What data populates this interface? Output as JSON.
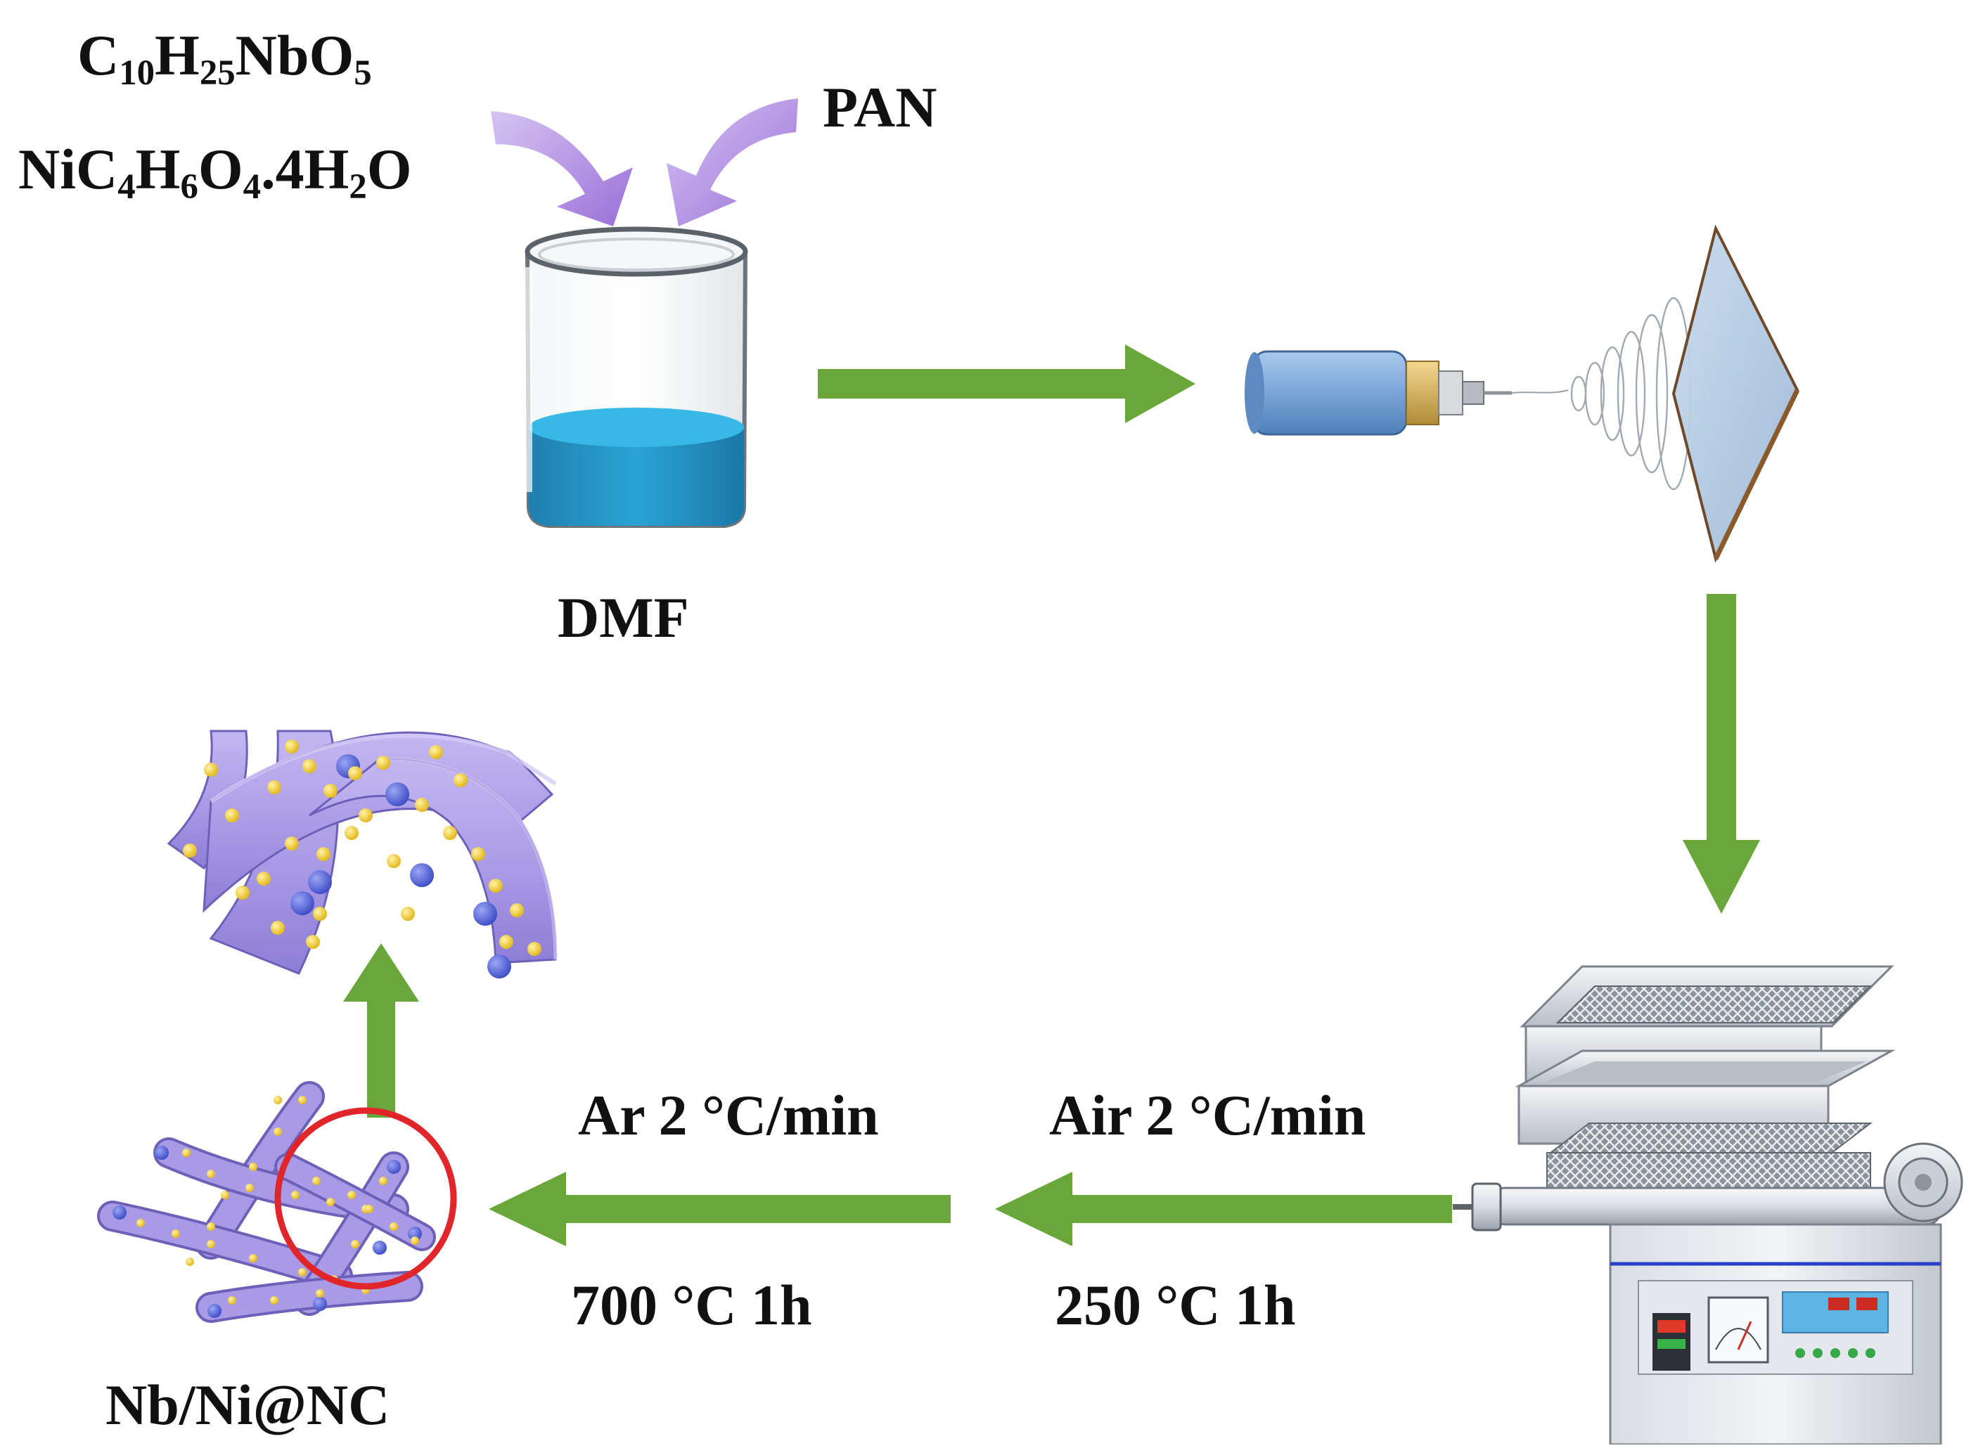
{
  "reagents": {
    "niobium_precursor": {
      "parts": [
        "C",
        "10",
        "H",
        "25",
        "NbO",
        "5"
      ]
    },
    "nickel_precursor": {
      "parts": [
        "NiC",
        "4",
        "H",
        "6",
        "O",
        "4",
        ".4H",
        "2",
        "O"
      ]
    },
    "polymer": "PAN",
    "solvent": "DMF"
  },
  "steps": {
    "air_rate": "Air  2 °C/min",
    "air_hold": "250 °C   1h",
    "ar_rate": "Ar  2 °C/min",
    "ar_hold": "700 °C   1h"
  },
  "product": "Nb/Ni@NC",
  "colors": {
    "flow_arrow": "#6aa73a",
    "reagent_arrow": "#a77fd6",
    "solution": "#2aa3d4",
    "fiber": "#a99ae6",
    "ni_particle": "#f1c623",
    "nb_particle": "#5160d6",
    "highlight_circle": "#e0262a"
  }
}
